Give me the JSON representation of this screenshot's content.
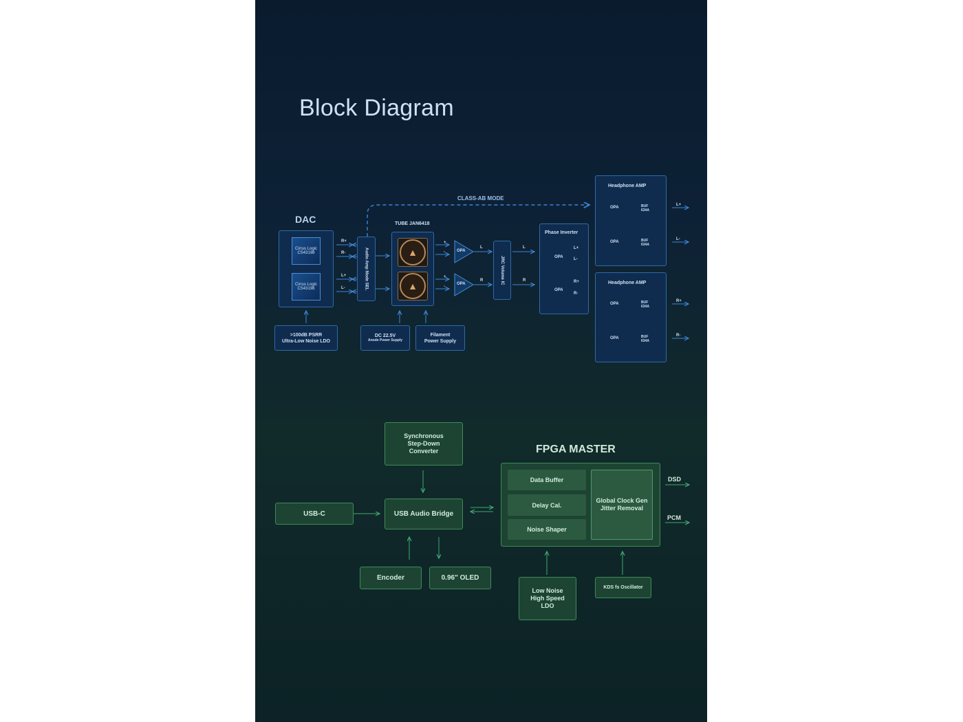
{
  "title": "Block Diagram",
  "analog": {
    "mode_label": "CLASS-AB MODE",
    "dac": {
      "label": "DAC",
      "chip_top": "Cirrus Logic\nCS43198",
      "chip_bottom": "Cirrus Logic\nCS43198",
      "out_top": [
        "R+",
        "R-"
      ],
      "out_bottom": [
        "L+",
        "L-"
      ]
    },
    "mode_sel": "Audio Amp Mode SEL",
    "tube": {
      "label": "TUBE JAN6418",
      "icon": "vacuum-tube-icon"
    },
    "opa": "OPA",
    "buf": "BUF\n634A",
    "channel_l": "L",
    "channel_r": "R",
    "volume": "JRC Volume IC",
    "phase_inverter": {
      "label": "Phase Inverter",
      "out_top": [
        "L+",
        "L-"
      ],
      "out_bottom": [
        "R+",
        "R-"
      ]
    },
    "hp_amp_top": {
      "label": "Headphone AMP",
      "out": [
        "L+",
        "L-"
      ]
    },
    "hp_amp_bottom": {
      "label": "Headphone AMP",
      "out": [
        "R+",
        "R-"
      ]
    },
    "psrr": ">100dB PSRR\nUltra-Low Noise LDO",
    "anode_supply": {
      "line1": "DC 22.5V",
      "line2": "Anode Power Supply"
    },
    "filament": "Filament\nPower Supply",
    "plus": "+",
    "minus": "-"
  },
  "digital": {
    "fpga_title": "FPGA MASTER",
    "sync_converter": "Synchronous\nStep-Down\nConverter",
    "usb_c": "USB-C",
    "usb_bridge": "USB Audio Bridge",
    "encoder": "Encoder",
    "oled": "0.96\" OLED",
    "data_buffer": "Data Buffer",
    "delay_cal": "Delay Cal.",
    "noise_shaper": "Noise Shaper",
    "clock_gen": "Global Clock Gen\nJitter Removal",
    "ldo": "Low Noise\nHigh Speed\nLDO",
    "oscillator": "KDS fs Oscillator",
    "out_dsd": "DSD",
    "out_pcm": "PCM"
  },
  "colors": {
    "blue_line": "#3d86d6",
    "green_line": "#3faa73",
    "title": "#cfe2f4"
  }
}
